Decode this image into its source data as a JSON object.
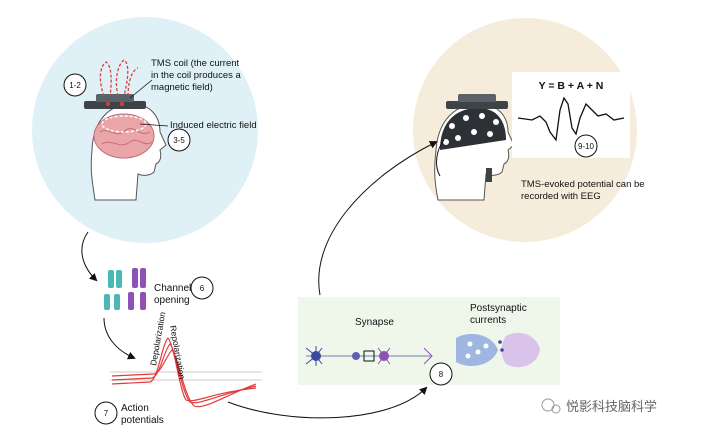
{
  "tms_panel": {
    "coil_label_line1": "TMS coil (the current",
    "coil_label_line2": "in the coil produces a",
    "coil_label_line3": "magnetic field)",
    "field_label": "Induced electric field",
    "step_1": "1-2",
    "step_2": "3-5",
    "bg_color": "#dff1f6"
  },
  "eeg_panel": {
    "equation": "Y = B + A + N",
    "step": "9-10",
    "caption_line1": "TMS-evoked potential can be",
    "caption_line2": "recorded with EEG",
    "bg_color": "#f6ecdc"
  },
  "channel": {
    "label_line1": "Channel",
    "label_line2": "opening",
    "step": "6"
  },
  "action_potential": {
    "depolarization": "Depolarization",
    "repolarization": "Repolarization",
    "label_line1": "Action",
    "label_line2": "potentials",
    "step": "7",
    "color": "#e23b3b"
  },
  "synapse_panel": {
    "synapse_label": "Synapse",
    "post_line1": "Postsynaptic",
    "post_line2": "currents",
    "step": "8",
    "bg_color": "#eef7ea"
  },
  "watermark": {
    "text": "悦影科技脑科学"
  }
}
